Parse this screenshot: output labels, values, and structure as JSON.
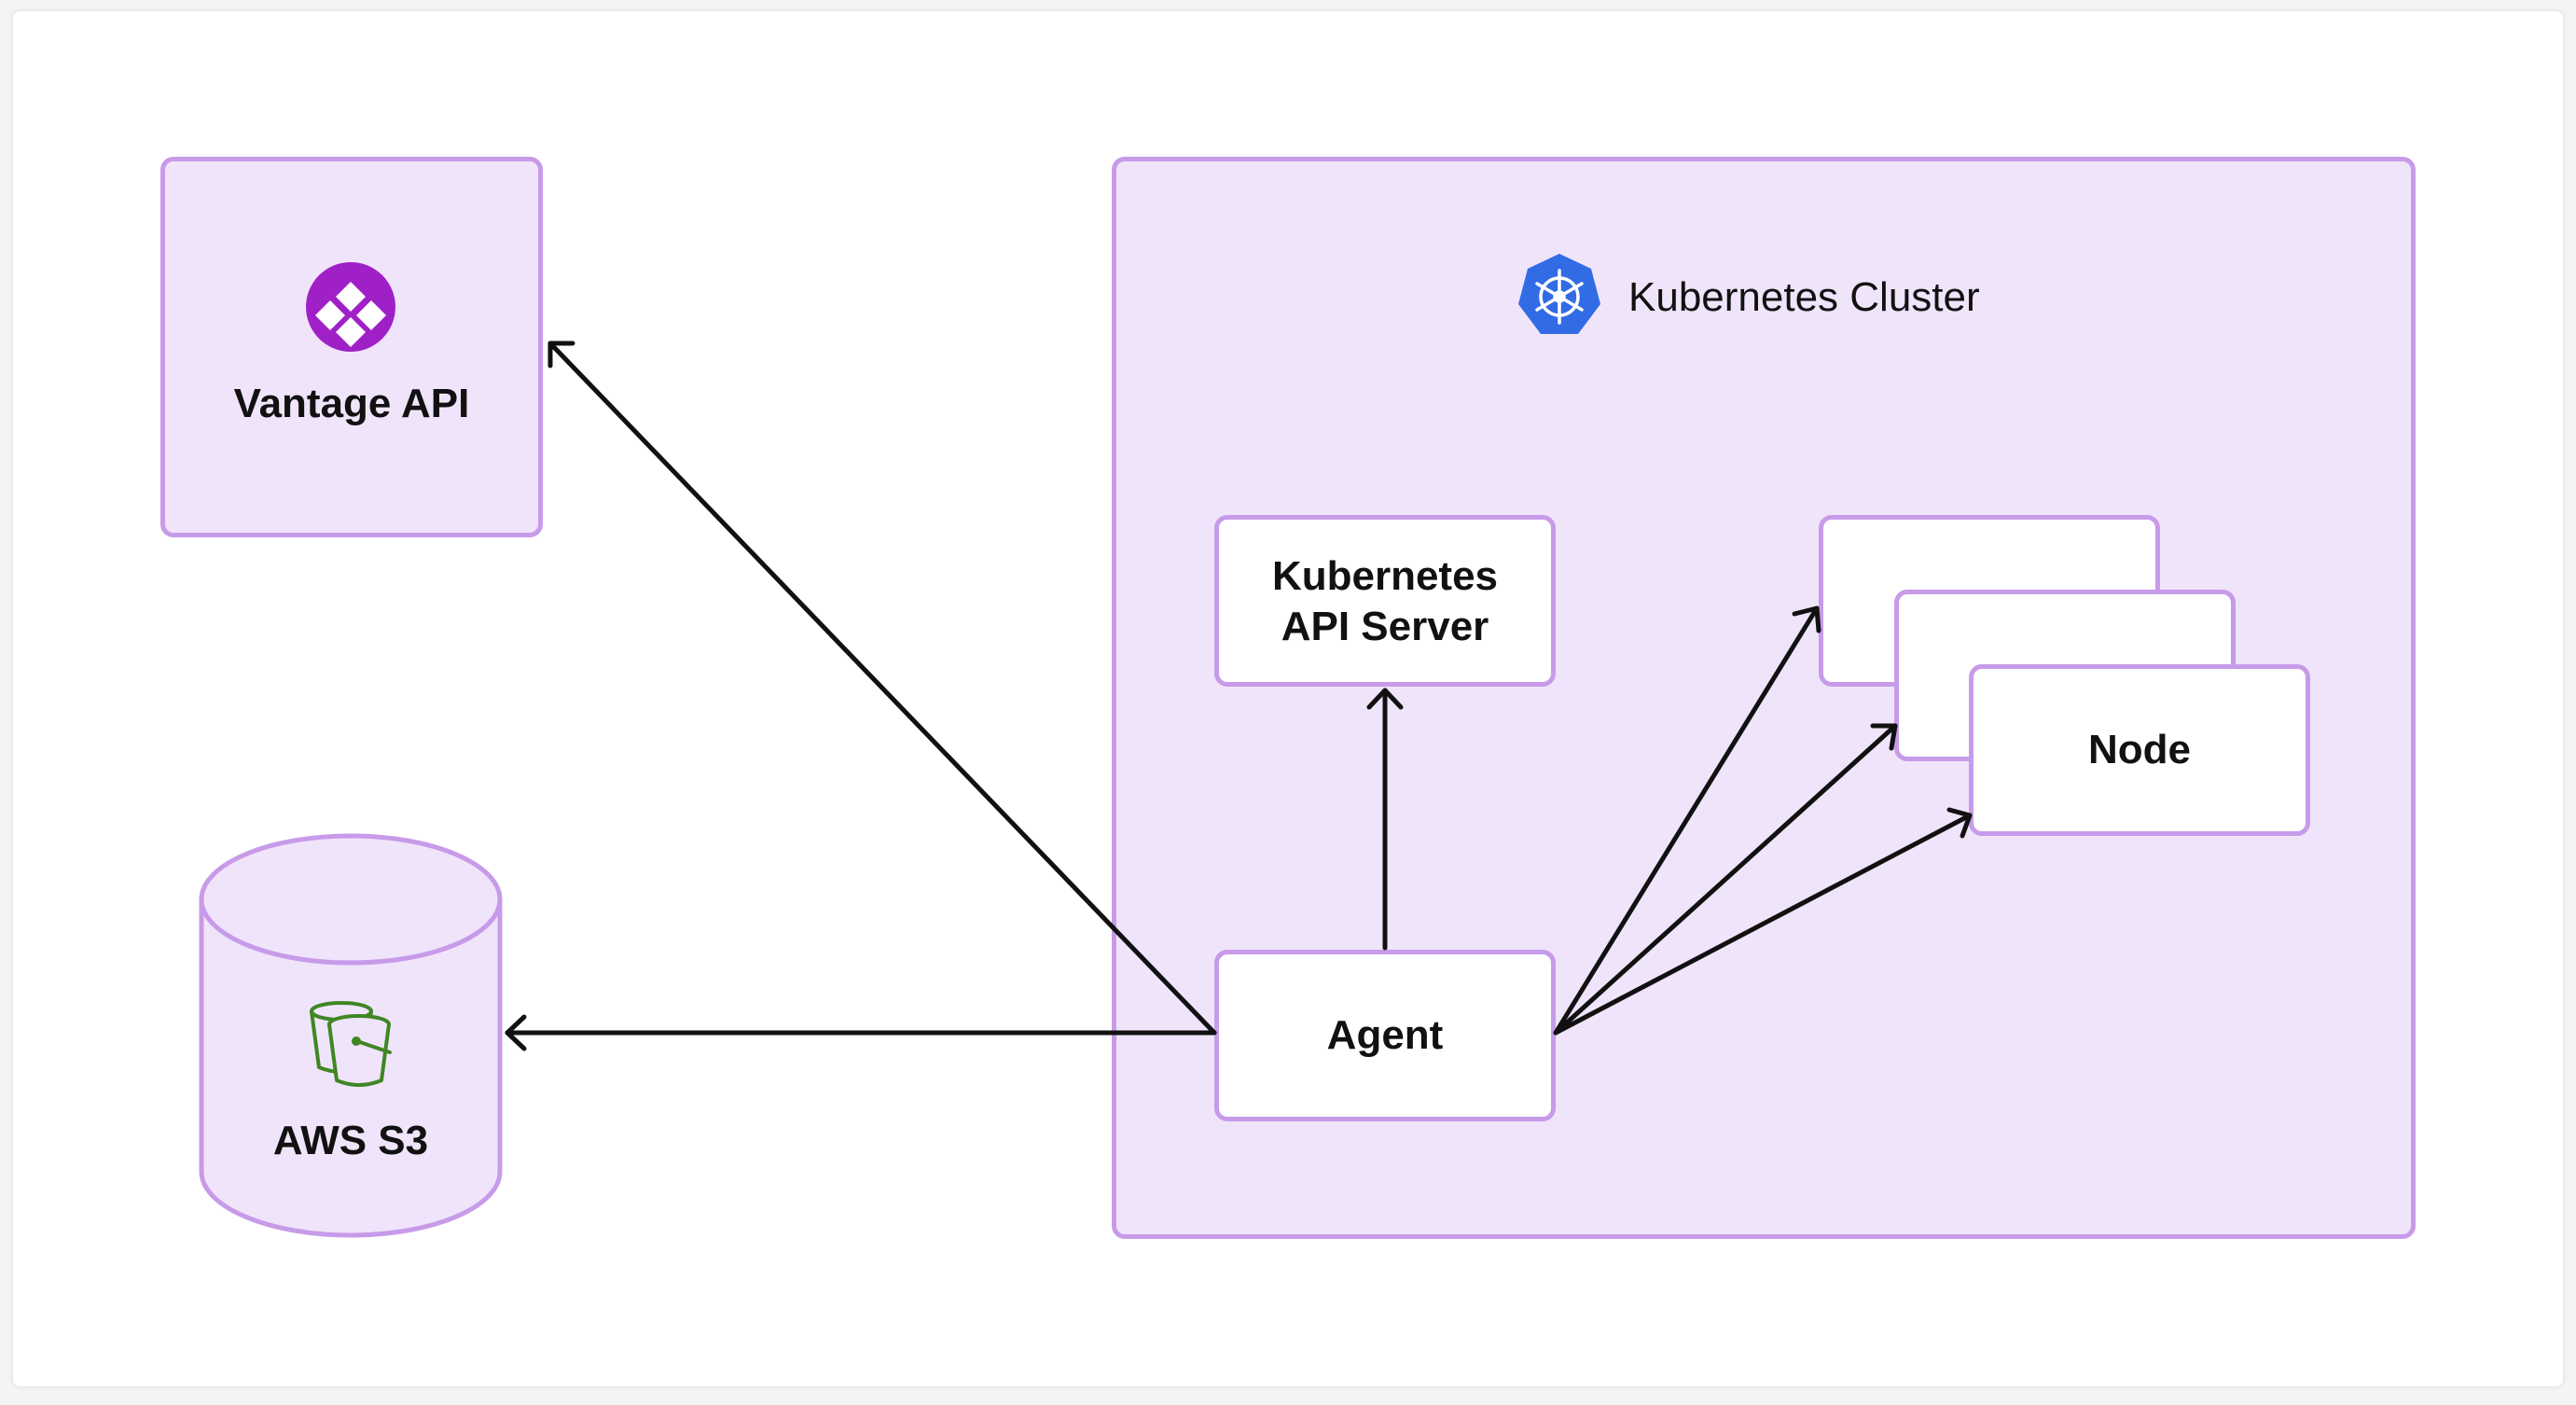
{
  "vantage": {
    "label": "Vantage API",
    "icon": "vantage-logo-icon",
    "icon_color": "#a020c8"
  },
  "s3": {
    "label": "AWS S3",
    "icon": "s3-bucket-icon",
    "icon_color": "#3f8624"
  },
  "cluster": {
    "label": "Kubernetes Cluster",
    "icon": "kubernetes-helm-icon",
    "icon_color": "#326ce5"
  },
  "api_server": {
    "line1": "Kubernetes",
    "line2": "API Server"
  },
  "agent": {
    "label": "Agent"
  },
  "node": {
    "label": "Node"
  },
  "colors": {
    "box_border": "#c79be9",
    "box_fill": "#f0e4fb",
    "arrow": "#111111"
  }
}
